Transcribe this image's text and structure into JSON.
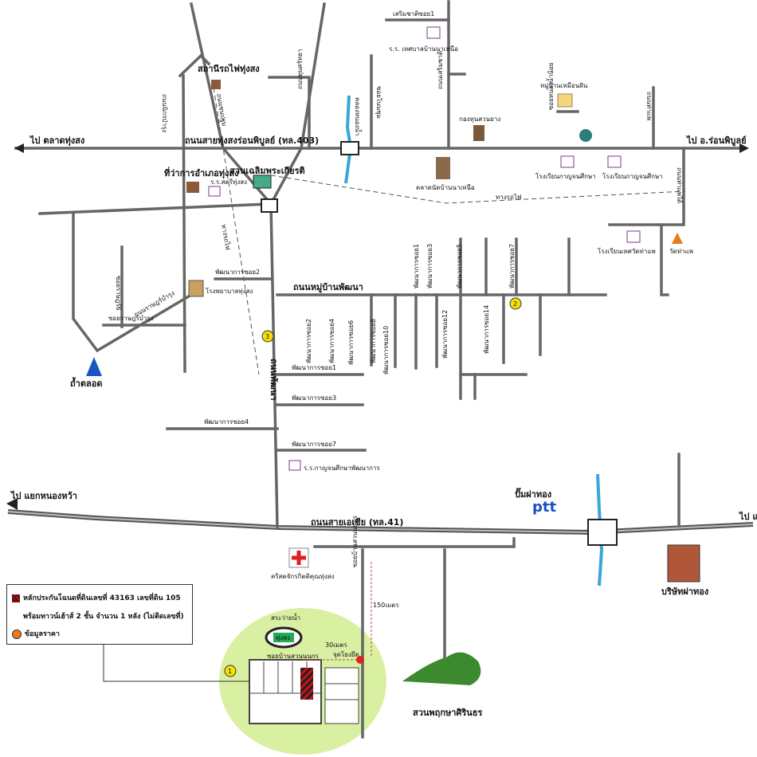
{
  "directions": {
    "left_top": "ไป ตลาดทุ่งสง",
    "right_top": "ไป อ.ร่อนพิบูลย์",
    "left_bottom": "ไป แยกหนองหว้า",
    "right_bottom": "ไป แ"
  },
  "roads": {
    "highway_403": "ถนนสายทุ่งสงร่อนพิบูลย์ (ทล.403)",
    "highway_41": "ถนนสายเอเชีย (ทล.41)",
    "moo_ban_phatthana": "ถนนหมู่บ้านพัฒนา",
    "phatthana_road": "ถนนพัฒนา",
    "nikhom_bamrung": "ถนนนิกรบำรุง",
    "chon_pathom": "ถนนชนปฐม",
    "thun_sattha": "ถนนทุนศรัทธา",
    "nong_chum": "ซอยโนนชุม",
    "soem_chat": "ถนนเสริมชาติ",
    "nong_khlong": "คลองหนองน้ำ",
    "soi_nong_nam_noi": "ซอยหนองน้ำน้อย",
    "tha_phae_road": "ถนนท่าแพ",
    "tha_phae_road2": "ถนนท่าแพใต้",
    "bamrung_rat": "ซอยราษฎร์บำรุง",
    "bamrung_rat_road": "ถนนราษฎร์บำรุง",
    "soi_rat_bamrung6": "ซอยราษฎร์6",
    "railway": "ทางรถไฟ",
    "railway2": "ทางรถไฟ",
    "soi_ban_suan_nonkon": "ซอยบ้านสวนนนกร",
    "soi_ban_suan_nonkon_v": "ซอยบ้านสวนนนกร",
    "soem_chat_soi1": "เสริมชาติซอย1"
  },
  "soi": {
    "s1": "พัฒนาการซอย1",
    "s2": "พัฒนาการซอย2",
    "s3": "พัฒนาการซอย3",
    "s4": "พัฒนาการซอย4",
    "s7": "พัฒนาการซอย7",
    "v1": "พัฒนาการซอย1",
    "v2": "พัฒนาการซอย2",
    "v3": "พัฒนาการซอย3",
    "v4": "พัฒนาการซอย4",
    "v5": "พัฒนาการซอย5",
    "v6": "พัฒนาการซอย6",
    "v7": "พัฒนาการซอย7",
    "v8": "พัฒนาการซอย8",
    "v10": "พัฒนาการซอย10",
    "v12": "พัฒนาการซอย12",
    "v14": "พัฒนาการซอย14"
  },
  "places": {
    "station": "สถานีรถไฟทุ่งสง",
    "school_nua": "ร.ร. เทศบาลบ้านนาเหนือ",
    "village": "หมู่บ้านเหมือนฝัน",
    "savings": "กองทุนสวนยาง",
    "district_office": "ที่ว่าการอำเภอทุ่งสง",
    "school_satri": "ร.ร.สตรีทุ่งสง",
    "park_king": "สวนเฉลิมพระเกียรติ",
    "market": "ตลาดนัดบ้านนาเหนือ",
    "school_kanchana1": "โรงเรียนกาญจนศึกษา",
    "school_kanchana2": "โรงเรียนกาญจนศึกษา",
    "school_thesaban": "โรงเรียนเทศวัดท่าแพ",
    "wat_tha_phae": "วัดท่าแพ",
    "hospital": "โรงพยาบาลทุ่งสง",
    "cave": "ถ้ำตลอด",
    "school_phatthana": "ร.ร.กาญจนศึกษาพัฒนาการ",
    "ptt_station": "ปั๊มผ่าทอง",
    "ptt_logo": "ptt",
    "church": "คริสตจักรกิตติคุณทุ่งสง",
    "company": "บริษัทผ่าทอง",
    "pool": "สระว่ายน้ำ",
    "pool_sign": "ทุ่งสง",
    "botanical": "สวนพฤกษาศิรินธร",
    "start_point": "จุดโยงยึด"
  },
  "distances": {
    "d150": "150เมตร",
    "d30": "30เมตร"
  },
  "markers": {
    "m1": "1",
    "m2": "2",
    "m3": "3"
  },
  "legend": {
    "row1": "หลักประกันโฉนดที่ดินเลขที่ 43163 เลขที่ดิน 105",
    "row2": "พร้อมทาวน์เฮ้าส์ 2 ชั้น จำนวน 1 หลัง (ไม่ติดเลขที่)",
    "row3": "ข้อมูลราคา"
  },
  "colors": {
    "road": "#666666",
    "river": "#3aa6d8",
    "highlight": "#d9f0a3",
    "property": "#cc1111",
    "marker": "#f5e000"
  }
}
